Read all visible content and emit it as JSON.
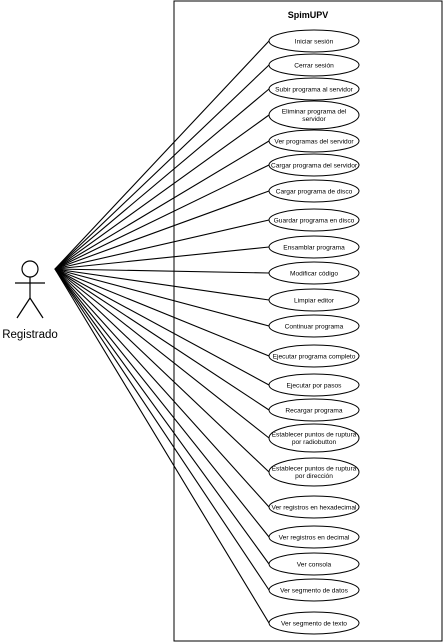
{
  "system": {
    "title": "SpimUPV"
  },
  "actor": {
    "name": "Registrado"
  },
  "use_cases": [
    {
      "label": [
        "Iniciar sesión"
      ]
    },
    {
      "label": [
        "Cerrar sesión"
      ]
    },
    {
      "label": [
        "Subir programa al servidor"
      ]
    },
    {
      "label": [
        "Eliminar programa del",
        "servidor"
      ]
    },
    {
      "label": [
        "Ver programas del servidor"
      ]
    },
    {
      "label": [
        "Cargar programa del servidor"
      ]
    },
    {
      "label": [
        "Cargar programa de disco"
      ]
    },
    {
      "label": [
        "Guardar programa en disco"
      ]
    },
    {
      "label": [
        "Ensamblar programa"
      ]
    },
    {
      "label": [
        "Modificar código"
      ]
    },
    {
      "label": [
        "Limpiar editor"
      ]
    },
    {
      "label": [
        "Continuar programa"
      ]
    },
    {
      "label": [
        "Ejecutar programa completo"
      ]
    },
    {
      "label": [
        "Ejecutar por pasos"
      ]
    },
    {
      "label": [
        "Recargar programa"
      ]
    },
    {
      "label": [
        "Establecer puntos de ruptura",
        "por radiobutton"
      ]
    },
    {
      "label": [
        "Establecer puntos de ruptura",
        "por dirección"
      ]
    },
    {
      "label": [
        "Ver registros en hexadecimal"
      ]
    },
    {
      "label": [
        "Ver registros en decimal"
      ]
    },
    {
      "label": [
        "Ver consola"
      ]
    },
    {
      "label": [
        "Ver segmento de datos"
      ]
    },
    {
      "label": [
        "Ver segmento de texto"
      ]
    }
  ]
}
